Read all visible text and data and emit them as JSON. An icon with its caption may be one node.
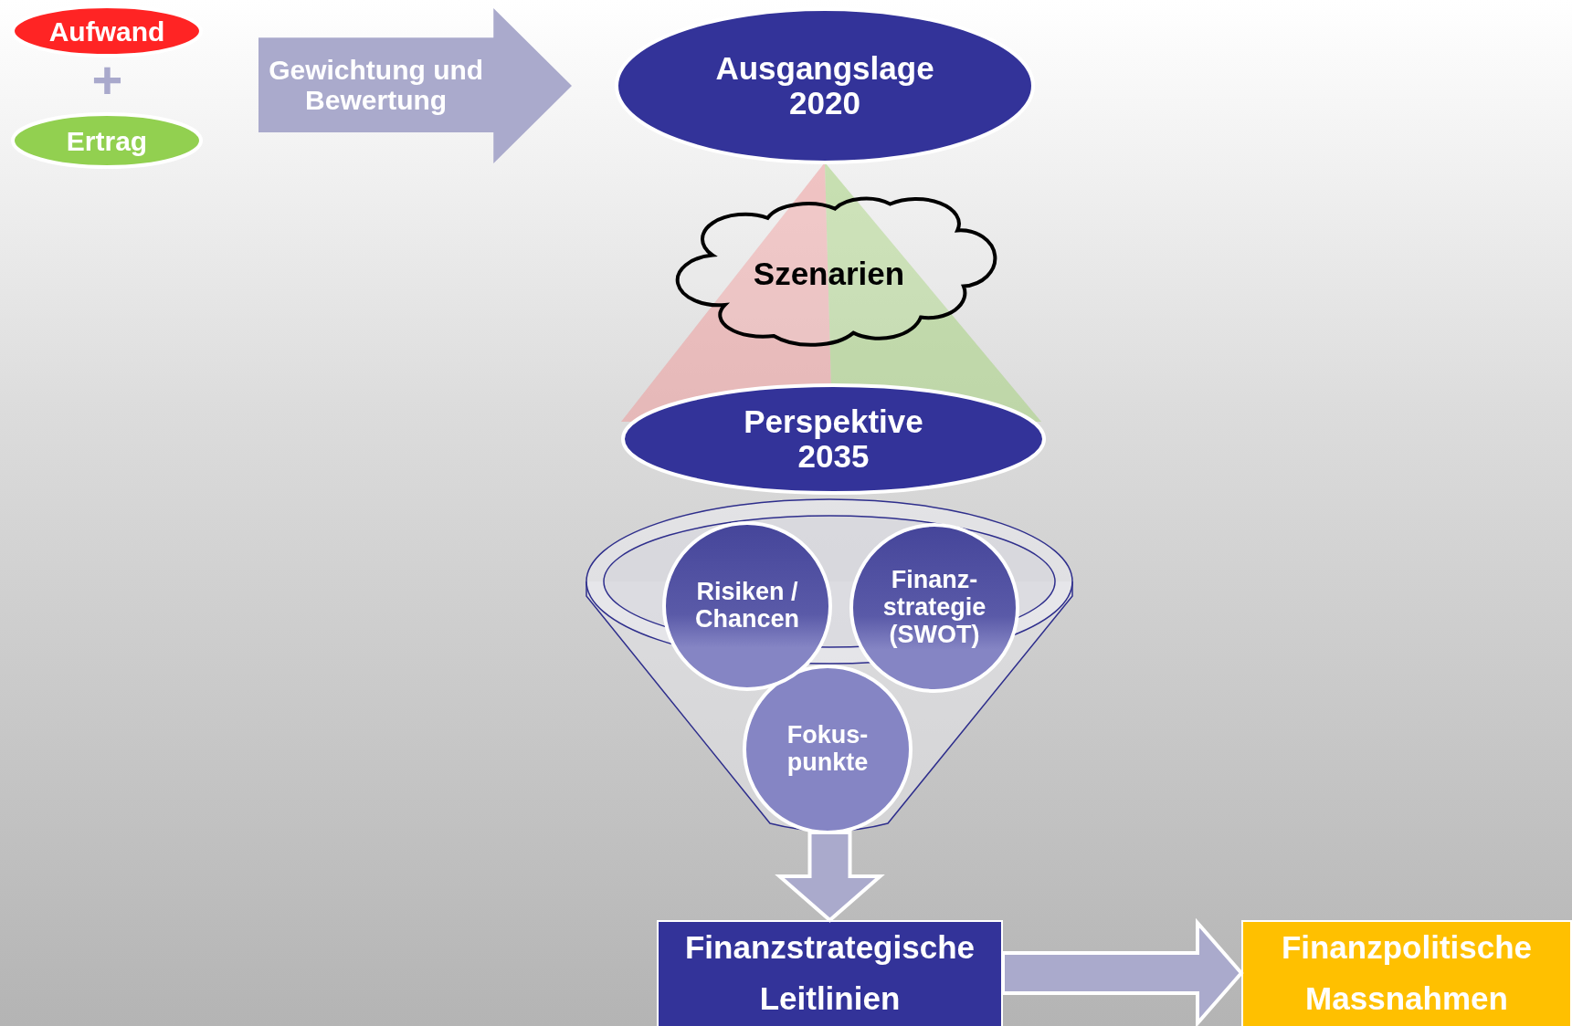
{
  "diagram": {
    "nodes": [
      {
        "text": [
          "Aufwand"
        ]
      },
      {
        "text": [
          "Ertrag"
        ]
      },
      {
        "text": [
          "Gewichtung und Bewertung"
        ]
      },
      {
        "text": [
          "Ausgangslage 2020"
        ]
      },
      {
        "text": [
          "Szenarien"
        ]
      },
      {
        "text": [
          "Perspektive 2035"
        ]
      },
      {
        "text": [],
        "shape": "funnel"
      },
      {
        "text": [
          "Risiken / Chancen"
        ]
      },
      {
        "text": [
          "Finanz- strategie (SWOT)"
        ]
      },
      {
        "text": [
          "Fokus- punkte"
        ],
        "in": 6
      },
      {
        "text": [
          "Finanzstrategische Leitlinien"
        ]
      },
      {
        "text": [
          "Finanzpolitische Massnahmen"
        ]
      }
    ],
    "edges": [
      {
        "from": 6,
        "to": 10,
        "arrow": "to"
      },
      {
        "from": 10,
        "to": 11,
        "arrow": "to"
      }
    ],
    "labels": [
      "+"
    ]
  }
}
